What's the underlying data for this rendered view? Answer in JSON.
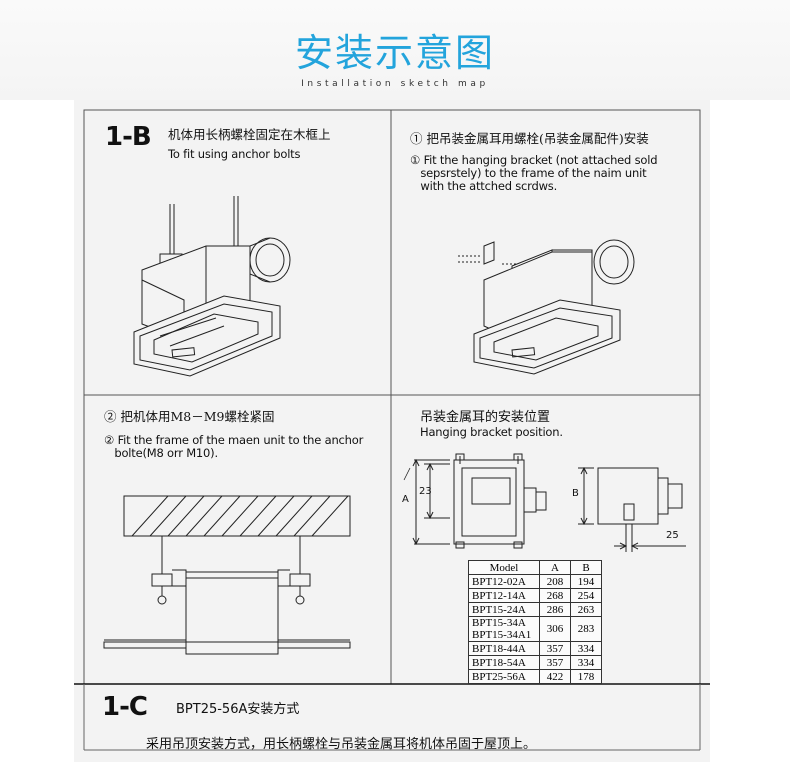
{
  "header": {
    "title": "安装示意图",
    "subtitle": "Installation sketch map"
  },
  "panel_1b": {
    "code": "1-B",
    "cn": "机体用长柄螺栓固定在木框上",
    "en": "To fit using anchor bolts"
  },
  "panel_1": {
    "cn": "① 把吊装金属耳用螺栓(吊装金属配件)安装",
    "en": "① Fit the hanging bracket (not attached sold\n   sepsrstely) to the frame of the naim unit\n   with the attched scrdws."
  },
  "panel_2": {
    "cn": "② 把机体用M8－M9螺栓紧固",
    "en": "② Fit the frame of the maen unit to the anchor\n   bolte(M8 orr M10)."
  },
  "bracket_position": {
    "cn": "吊装金属耳的安装位置",
    "en": "Hanging bracket position.",
    "dim_a": "A",
    "dim_23": "23",
    "dim_b": "B",
    "dim_25": "25"
  },
  "table": {
    "headers": [
      "Model",
      "A",
      "B"
    ],
    "rows": [
      {
        "model": "BPT12-02A",
        "a": "208",
        "b": "194"
      },
      {
        "model": "BPT12-14A",
        "a": "268",
        "b": "254"
      },
      {
        "model": "BPT15-24A",
        "a": "286",
        "b": "263"
      },
      {
        "model": "BPT15-34A\nBPT15-34A1",
        "a": "306",
        "b": "283"
      },
      {
        "model": "BPT18-44A",
        "a": "357",
        "b": "334"
      },
      {
        "model": "BPT18-54A",
        "a": "357",
        "b": "334"
      },
      {
        "model": "BPT25-56A",
        "a": "422",
        "b": "178"
      }
    ]
  },
  "panel_1c": {
    "code": "1-C",
    "label": "BPT25-56A安装方式",
    "note": "采用吊顶安装方式，用长柄螺栓与吊装金属耳将机体吊固于屋顶上。"
  }
}
